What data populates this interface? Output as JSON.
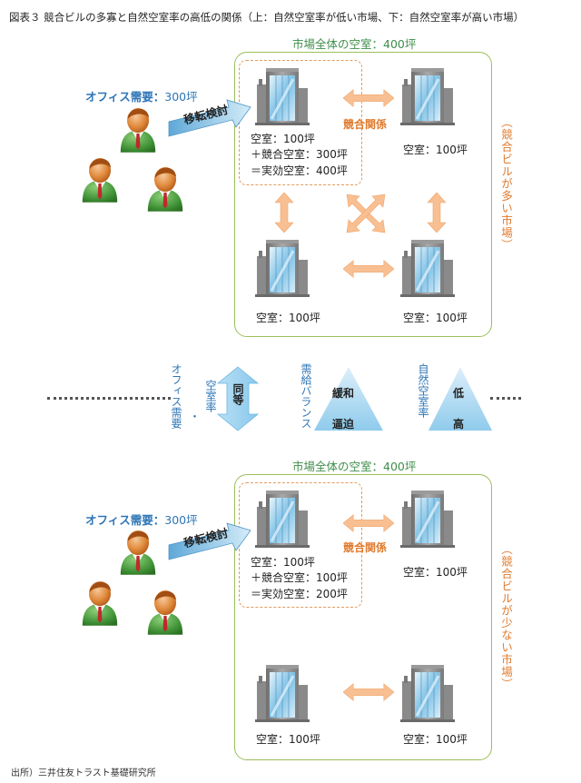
{
  "title": "図表３ 競合ビルの多寡と自然空室率の高低の関係（上：自然空室率が低い市場、下：自然空室率が高い市場）",
  "source": "出所）三井住友トラスト基礎研究所",
  "top": {
    "market_title": "市場全体の空室：400坪",
    "demand_label": "オフィス需要：",
    "demand_value": "300坪",
    "relocation": "移転検討",
    "main_vacancy": [
      "空室：100坪",
      "＋競合空室：300坪",
      "＝実効空室：400坪"
    ],
    "competition": "競合関係",
    "vacancy_tr": "空室：100坪",
    "vacancy_bl": "空室：100坪",
    "vacancy_br": "空室：100坪",
    "side_note": "（競合ビルが多い市場）"
  },
  "middle": {
    "office_demand": "オフィス需要",
    "dot": "・",
    "vacancy_rate": "空室率",
    "equal": "同等",
    "supply_demand": "需給バランス",
    "tri1_top": "緩和",
    "tri1_bottom": "逼迫",
    "natural_vacancy": "自然空室率",
    "tri2_top": "低",
    "tri2_bottom": "高"
  },
  "bottom": {
    "market_title": "市場全体の空室：400坪",
    "demand_label": "オフィス需要：",
    "demand_value": "300坪",
    "relocation": "移転検討",
    "main_vacancy": [
      "空室：100坪",
      "＋競合空室：100坪",
      "＝実効空室：200坪"
    ],
    "competition": "競合関係",
    "vacancy_tr": "空室：100坪",
    "vacancy_bl": "空室：100坪",
    "vacancy_br": "空室：100坪",
    "side_note": "（競合ビルが少ない市場）"
  },
  "colors": {
    "panel_border": "#9bbf5a",
    "orange_arrow": "#f7b98a",
    "blue_arrow": "#a9d6f0",
    "person_skin": "#e07a2a",
    "person_suit": "#4a9a3c",
    "tie": "#c0282c"
  }
}
